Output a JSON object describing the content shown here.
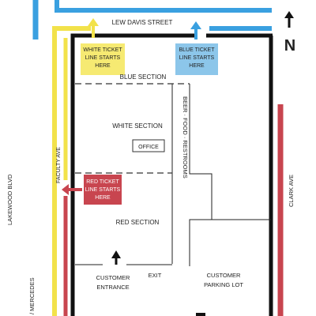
{
  "streets": {
    "top": "LEW DAVIS STREET",
    "left": "LAKEWOOD BLVD",
    "left_bottom": "/ MERCEDES",
    "right": "CLARK AVE",
    "inner_left": "FACULTY AVE"
  },
  "compass": {
    "letter": "N"
  },
  "sections": {
    "blue": "BLUE SECTION",
    "white": "WHITE SECTION",
    "red": "RED SECTION",
    "office": "OFFICE",
    "corridor": "BEER · FOOD · RESTROOMS"
  },
  "ticket_lines": {
    "white": [
      "WHITE TICKET",
      "LINE STARTS",
      "HERE"
    ],
    "blue": [
      "BLUE TICKET",
      "LINE STARTS",
      "HERE"
    ],
    "red": [
      "RED TICKET",
      "LINE STARTS",
      "HERE"
    ]
  },
  "labels": {
    "entrance": [
      "CUSTOMER",
      "ENTRANCE"
    ],
    "exit": "EXIT",
    "parking": [
      "CUSTOMER",
      "PARKING LOT"
    ]
  },
  "colors": {
    "blue_line": "#3aa0e0",
    "yellow_line": "#f2e24a",
    "red_line": "#c8454f",
    "white_box": "#f6ea72",
    "blue_box": "#8cc6ea",
    "red_box": "#c8454f",
    "wall": "#111111"
  }
}
